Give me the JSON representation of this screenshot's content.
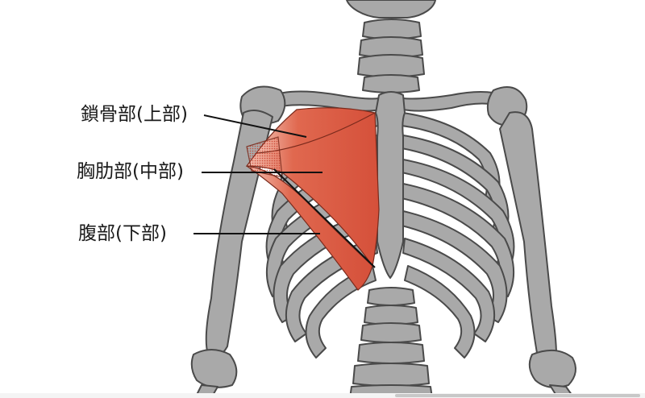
{
  "labels": {
    "upper": "鎖骨部(上部)",
    "middle": "胸肋部(中部)",
    "lower": "腹部(下部)"
  },
  "colors": {
    "bone": "#a9a9a9",
    "bone_outline": "#4a4a4a",
    "muscle": "#d9553f",
    "muscle_light": "#f0b9aa",
    "leader": "#111111"
  }
}
